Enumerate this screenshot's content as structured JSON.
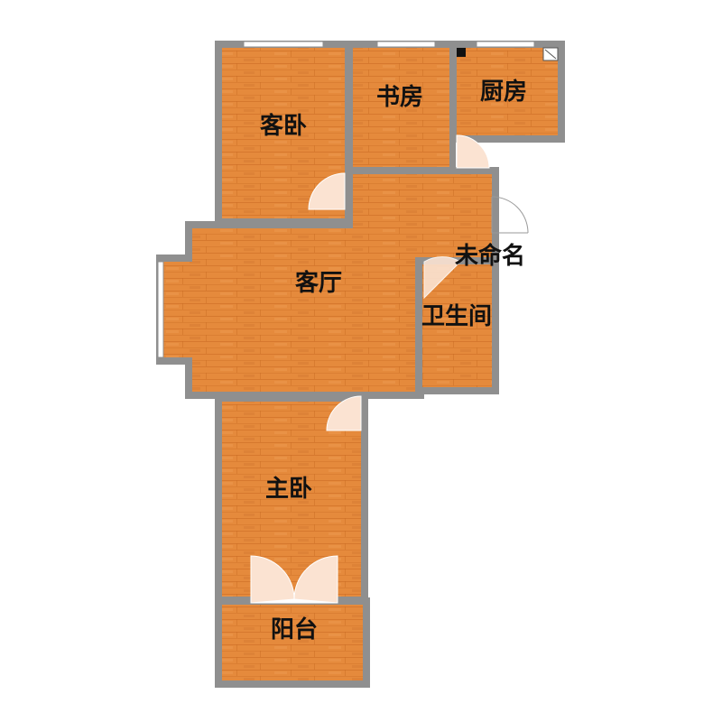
{
  "floorplan": {
    "rooms": {
      "guest_bedroom": "客卧",
      "study": "书房",
      "kitchen": "厨房",
      "unnamed": "未命名",
      "living_room": "客厅",
      "bathroom": "卫生间",
      "master_bedroom": "主卧",
      "balcony": "阳台"
    }
  },
  "colors": {
    "wall": "#8f8f8f",
    "wood": "#e58a3c",
    "wood_dark": "#c96a22",
    "door": "#fbe3d2",
    "window": "#ffffff",
    "background": "#ffffff"
  }
}
